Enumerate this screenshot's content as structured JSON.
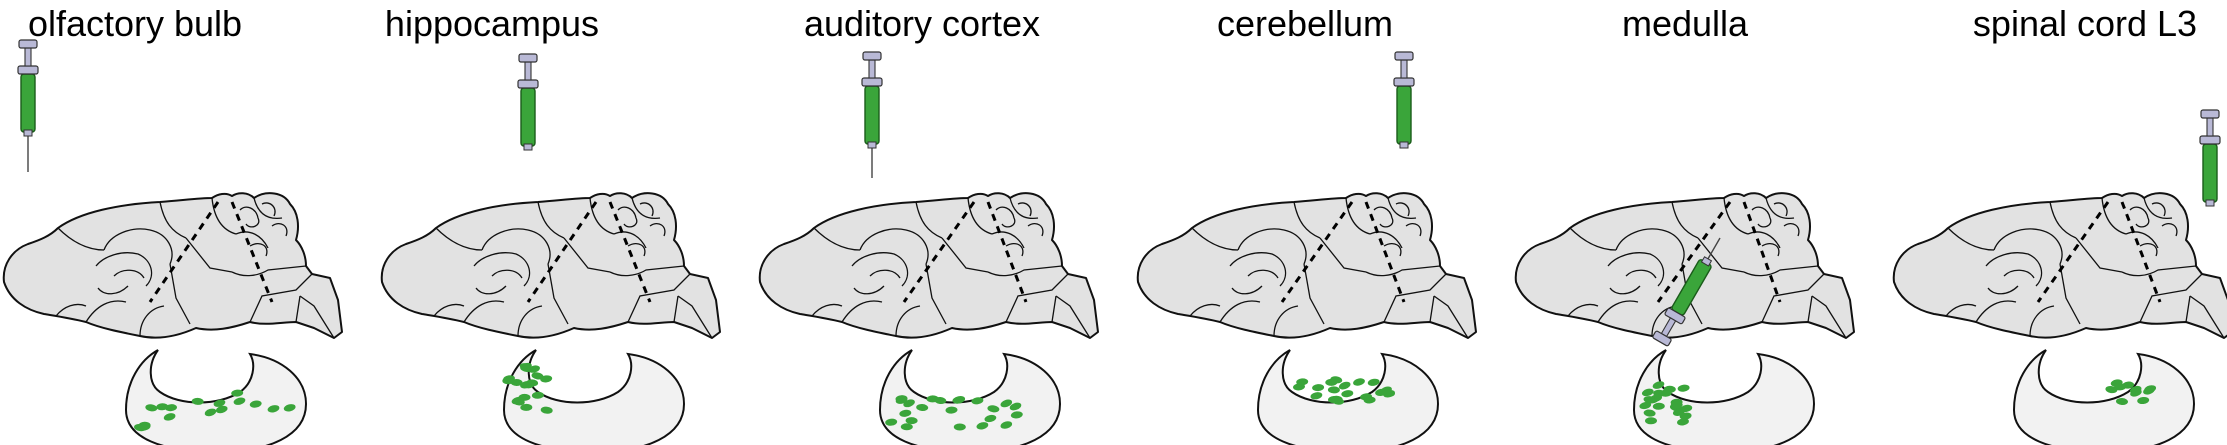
{
  "panels": [
    {
      "title": "olfactory bulb",
      "injection": "olfactory-bulb"
    },
    {
      "title": "hippocampus",
      "injection": "hippocampus"
    },
    {
      "title": "auditory cortex",
      "injection": "auditory-cortex"
    },
    {
      "title": "cerebellum",
      "injection": "cerebellum"
    },
    {
      "title": "medulla",
      "injection": "medulla"
    },
    {
      "title": "spinal cord L3",
      "injection": "spinal-cord"
    }
  ],
  "colors": {
    "brain_fill": "#e2e2e2",
    "outline": "#111111",
    "label_green": "#3aa53a",
    "syringe_barrel": "#3aa53a",
    "syringe_metal": "#b9b9d6",
    "section_fill": "#f2f2f2"
  }
}
